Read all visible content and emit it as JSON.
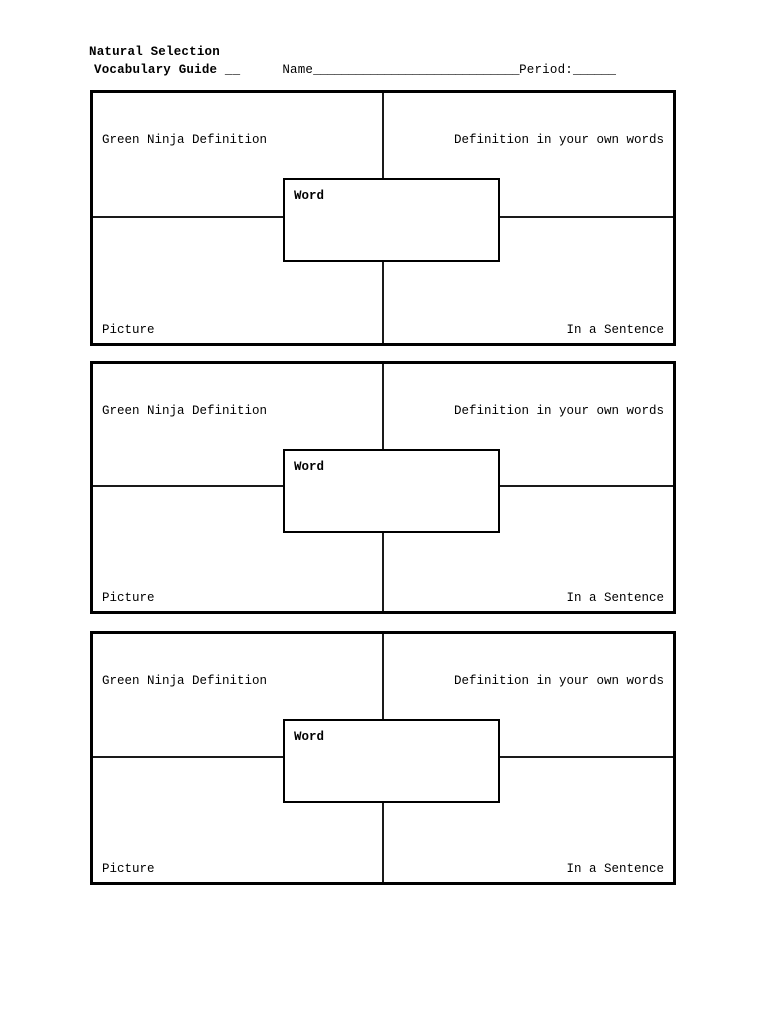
{
  "document": {
    "title_line1": "Natural Selection",
    "title_line2": "Vocabulary Guide __",
    "name_label": "Name",
    "name_rule": "_____________________________",
    "period_label": "Period:",
    "period_rule": "______"
  },
  "card_labels": {
    "top_left": "Green Ninja Definition",
    "top_right": "Definition in your own words",
    "bottom_left": "Picture",
    "bottom_right": "In a Sentence",
    "center": "Word"
  },
  "cards": [
    {
      "index": 1,
      "top_left": "Green Ninja Definition",
      "top_right": "Definition in your own words",
      "bottom_left": "Picture",
      "bottom_right": "In a Sentence",
      "center": "Word"
    },
    {
      "index": 2,
      "top_left": "Green Ninja Definition",
      "top_right": "Definition in your own words",
      "bottom_left": "Picture",
      "bottom_right": "In a Sentence",
      "center": "Word"
    },
    {
      "index": 3,
      "top_left": "Green Ninja Definition",
      "top_right": "Definition in your own words",
      "bottom_left": "Picture",
      "bottom_right": "In a Sentence",
      "center": "Word"
    }
  ],
  "colors": {
    "page_background": "#ffffff",
    "ink": "#000000",
    "divider": "#1a1a1a"
  }
}
